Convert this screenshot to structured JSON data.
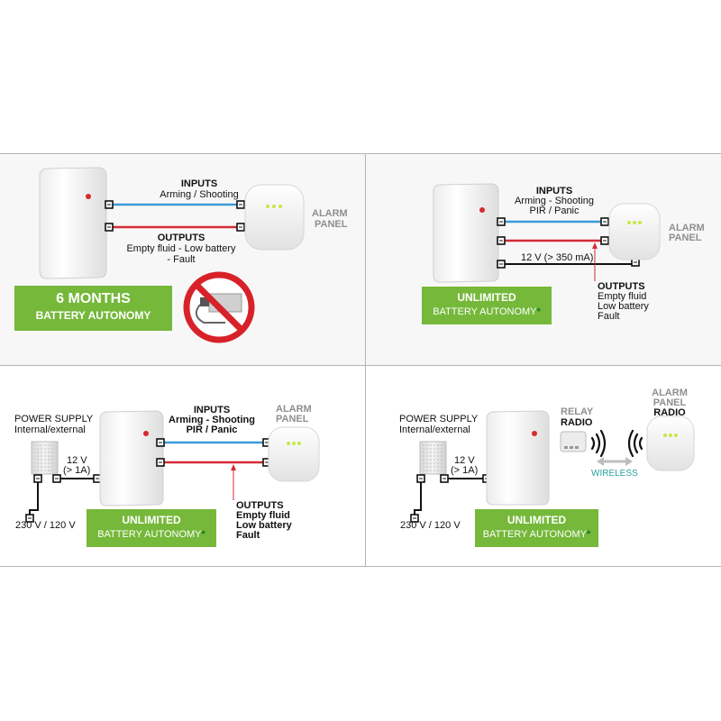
{
  "colors": {
    "inputs_wire": "#3a9ad8",
    "outputs_wire": "#d52b35",
    "badge_green": "#75b83a",
    "asterisk_green": "#0d7a2d",
    "led_red": "#d62b2b",
    "led_green": "#c6e84a",
    "no_sign_red": "#d8222a",
    "wireless_teal": "#2aa0a0"
  },
  "icons": [
    "no-mains-power-icon",
    "radio-wave-icon",
    "double-arrow-icon",
    "screw-terminal-icon"
  ],
  "panel1": {
    "inputs_title": "INPUTS",
    "inputs_desc": "Arming / Shooting",
    "outputs_title": "OUTPUTS",
    "outputs_line1": "Empty fluid - Low battery",
    "outputs_line2": "- Fault",
    "alarm_line1": "ALARM",
    "alarm_line2": "PANEL",
    "badge_line1": "6 MONTHS",
    "badge_line2": "BATTERY AUTONOMY"
  },
  "panel2": {
    "inputs_title": "INPUTS",
    "inputs_line1": "Arming - Shooting",
    "inputs_line2": "PIR / Panic",
    "supply": "12 V (> 350 mA)",
    "outputs_title": "OUTPUTS",
    "outputs_line1": "Empty fluid",
    "outputs_line2": "Low battery",
    "outputs_line3": "Fault",
    "alarm_line1": "ALARM",
    "alarm_line2": "PANEL",
    "badge_line1": "UNLIMITED",
    "badge_line2": "BATTERY AUTONOMY",
    "badge_asterisk": "*"
  },
  "panel3": {
    "power_title": "POWER SUPPLY",
    "power_sub": "Internal/external",
    "volt_line1": "12 V",
    "volt_line2": "(> 1A)",
    "mains": "230 V / 120 V",
    "inputs_title": "INPUTS",
    "inputs_line1": "Arming - Shooting",
    "inputs_line2": "PIR / Panic",
    "outputs_title": "OUTPUTS",
    "outputs_line1": "Empty fluid",
    "outputs_line2": "Low battery",
    "outputs_line3": "Fault",
    "alarm_line1": "ALARM",
    "alarm_line2": "PANEL",
    "badge_line1": "UNLIMITED",
    "badge_line2": "BATTERY AUTONOMY",
    "badge_asterisk": "*"
  },
  "panel4": {
    "power_title": "POWER SUPPLY",
    "power_sub": "Internal/external",
    "volt_line1": "12 V",
    "volt_line2": "(> 1A)",
    "mains": "230 V / 120 V",
    "relay_line1": "RELAY",
    "relay_line2": "RADIO",
    "wireless": "WIRELESS",
    "alarm_line1": "ALARM",
    "alarm_line2": "PANEL",
    "alarm_line3": "RADIO",
    "badge_line1": "UNLIMITED",
    "badge_line2": "BATTERY AUTONOMY",
    "badge_asterisk": "*"
  }
}
